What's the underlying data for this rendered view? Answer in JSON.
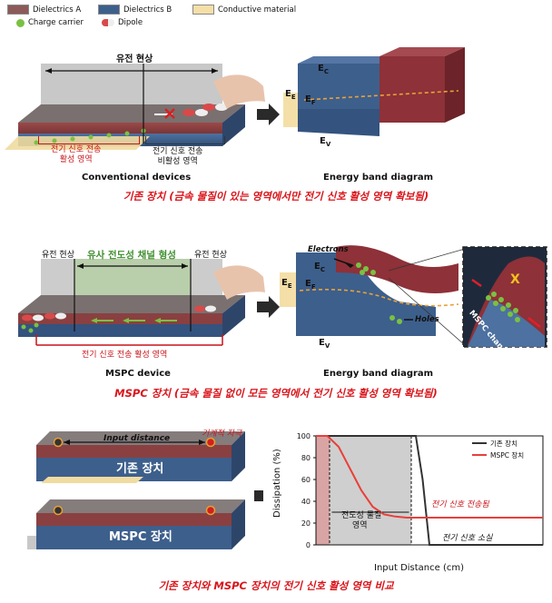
{
  "legend": {
    "dielectrics_a": {
      "label": "Dielectrics A",
      "color": "#8c5a58"
    },
    "dielectrics_b": {
      "label": "Dielectrics B",
      "color": "#3d5f8c"
    },
    "conductive": {
      "label": "Conductive material",
      "color": "#f4dfa8"
    },
    "charge_carrier": {
      "label": "Charge carrier",
      "color": "#7ac143"
    },
    "dipole": {
      "label": "Dipole",
      "color": "#d84a4a"
    }
  },
  "panel1": {
    "top_label": "유전 현상",
    "active_label_l1": "전기 신호 전송",
    "active_label_l2": "활성 영역",
    "inactive_label_l1": "전기 신호 전송",
    "inactive_label_l2": "비활성 영역",
    "title": "Conventional devices",
    "band_title": "Energy band diagram",
    "band_EC": "E",
    "band_EC_sub": "C",
    "band_EE": "E",
    "band_EE_sub": "E",
    "band_EF": "E",
    "band_EF_sub": "F",
    "band_EV": "E",
    "band_EV_sub": "V",
    "caption": "기존 장치 (금속 물질이 있는 영역에서만 전기 신호 활성 영역 확보됨)"
  },
  "panel2": {
    "left_label": "유전 현상",
    "center_label": "유사 전도성 채널 형성",
    "right_label": "유전 현상",
    "active_label": "전기 신호 전송 활성 영역",
    "title": "MSPC device",
    "band_title": "Energy band diagram",
    "electrons": "Electrons",
    "holes": "Holes",
    "channel": "MSPC channel",
    "band_EC": "E",
    "band_EC_sub": "C",
    "band_EE": "E",
    "band_EE_sub": "E",
    "band_EF": "E",
    "band_EF_sub": "F",
    "band_EV": "E",
    "band_EV_sub": "V",
    "caption": "MSPC 장치  (금속 물질 없이 모든 영역에서 전기 신호 활성 영역 확보됨)"
  },
  "panel3": {
    "input_distance": "Input distance",
    "stimulus": "기계적 자극",
    "device1": "기존 장치",
    "device2": "MSPC 장치",
    "caption": "기존 장치와 MSPC 장치의 전기 신호 활성 영역 비교"
  },
  "chart_data": {
    "type": "line",
    "xlabel": "Input Distance (cm)",
    "ylabel": "Dissipation (%)",
    "ylim": [
      0,
      100
    ],
    "yticks": [
      0,
      20,
      40,
      60,
      80,
      100
    ],
    "series": [
      {
        "name": "기존 장치",
        "color": "#333333",
        "x": [
          0,
          0.42,
          0.44,
          0.47,
          0.5,
          1.0
        ],
        "y": [
          100,
          100,
          100,
          60,
          0,
          0
        ]
      },
      {
        "name": "MSPC 장치",
        "color": "#e8403a",
        "x": [
          0,
          0.05,
          0.1,
          0.15,
          0.2,
          0.25,
          0.3,
          0.35,
          0.4,
          0.5,
          1.0
        ],
        "y": [
          100,
          100,
          90,
          70,
          50,
          35,
          28,
          26,
          25,
          25,
          25
        ]
      }
    ],
    "legend_position": "top-right",
    "annotations": {
      "conductive_region_l1": "전도성 물질",
      "conductive_region_l2": "영역",
      "signal_transmitted": "전기 신호 전송됨",
      "signal_lost": "전기 신호 소실"
    }
  }
}
